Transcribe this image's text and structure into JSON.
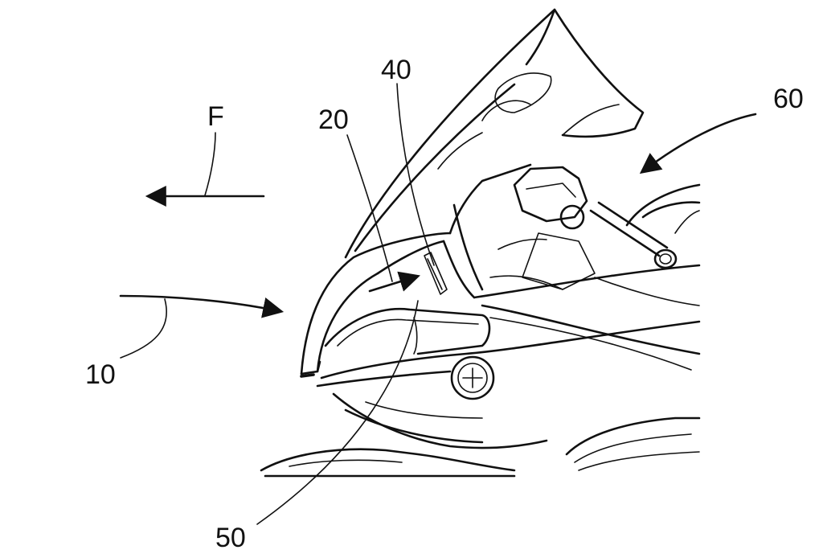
{
  "figure": {
    "labels": {
      "direction": "F",
      "ref_10": "10",
      "ref_20": "20",
      "ref_40": "40",
      "ref_50": "50",
      "ref_60": "60"
    },
    "colors": {
      "line": "#111111",
      "background": "#ffffff"
    }
  }
}
